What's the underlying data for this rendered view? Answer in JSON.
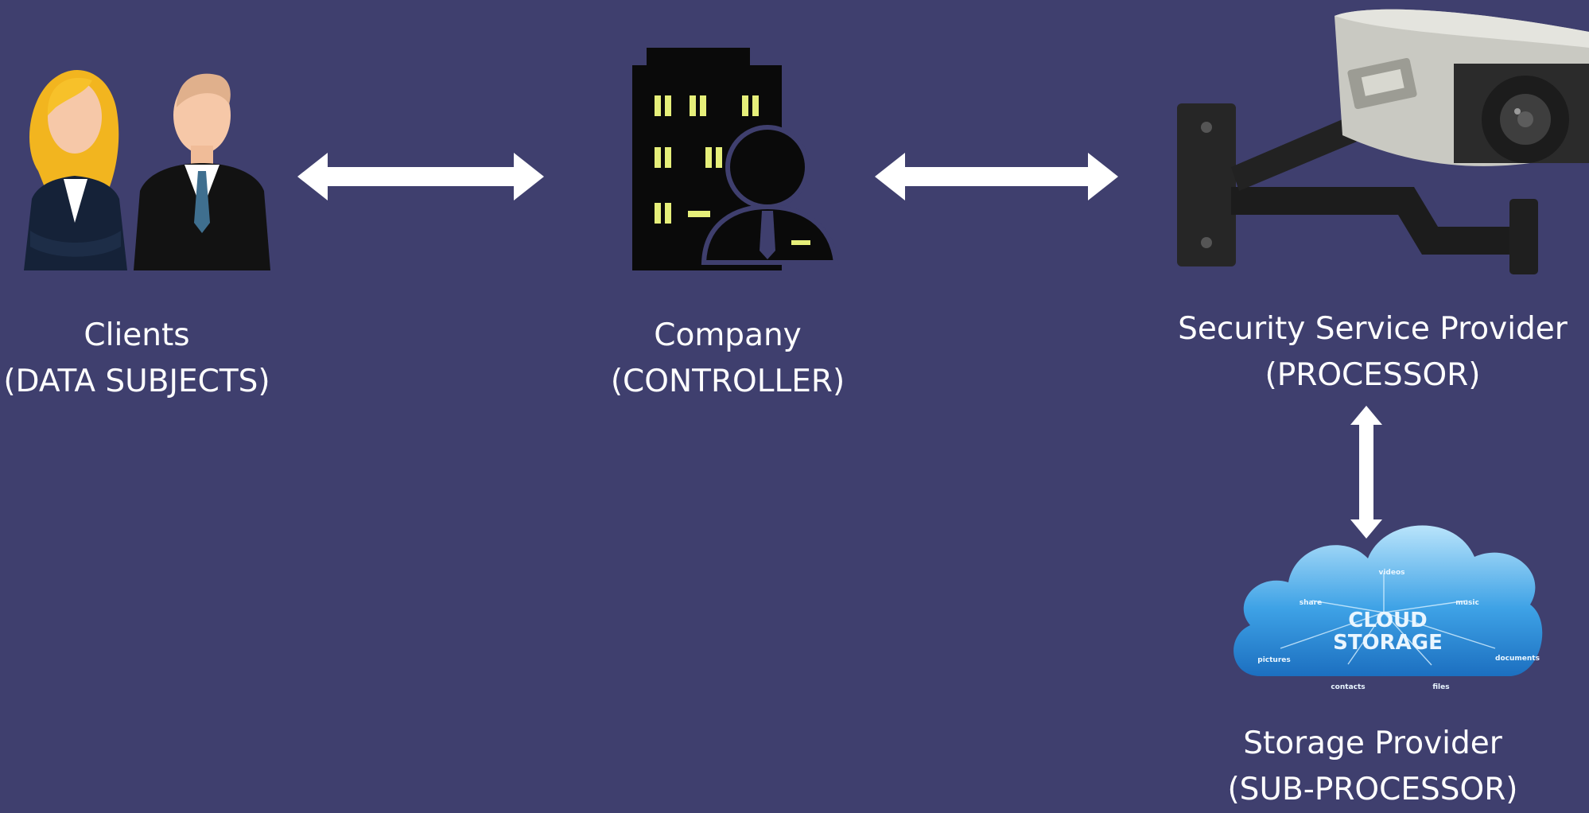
{
  "colors": {
    "background": "#3f3f6e",
    "text": "#ffffff",
    "arrow": "#ffffff"
  },
  "nodes": {
    "clients": {
      "name": "Clients",
      "role": "(DATA SUBJECTS)",
      "icon": "people-icon"
    },
    "company": {
      "name": "Company",
      "role": "(CONTROLLER)",
      "icon": "company-building-icon"
    },
    "security": {
      "name": "Security Service Provider",
      "role": "(PROCESSOR)",
      "icon": "cctv-camera-icon"
    },
    "storage": {
      "name": "Storage Provider",
      "role": "(SUB-PROCESSOR)",
      "icon": "cloud-storage-icon",
      "cloud_title_1": "CLOUD",
      "cloud_title_2": "STORAGE",
      "cloud_words": {
        "videos": "videos",
        "share": "share",
        "music": "music",
        "pictures": "pictures",
        "documents": "documents",
        "contacts": "contacts",
        "files": "files"
      }
    }
  },
  "edges": [
    {
      "from": "clients",
      "to": "company",
      "direction": "bidirectional"
    },
    {
      "from": "company",
      "to": "security",
      "direction": "bidirectional"
    },
    {
      "from": "security",
      "to": "storage",
      "direction": "bidirectional"
    }
  ]
}
